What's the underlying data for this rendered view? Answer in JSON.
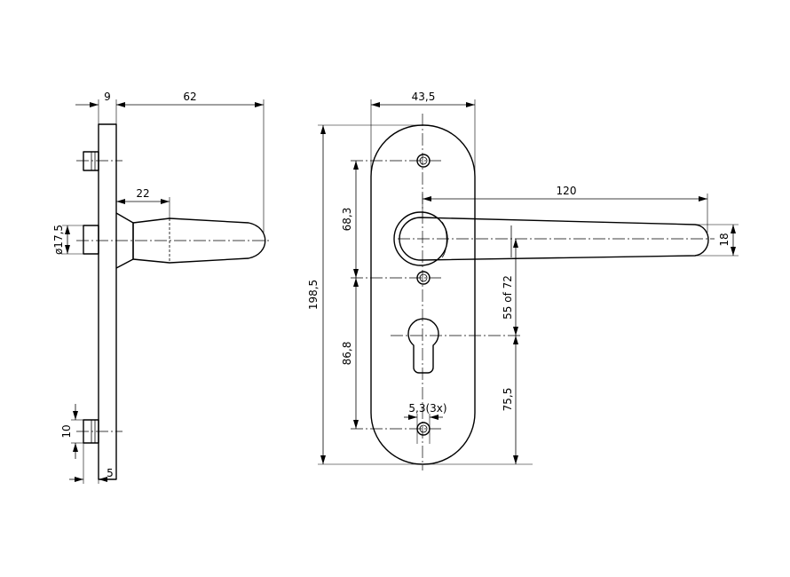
{
  "side_view": {
    "dim_plate_thickness": "9",
    "dim_handle_projection": "62",
    "dim_neck_length": "22",
    "dim_rose_diameter": "ø17,5",
    "dim_post_height": "10",
    "dim_post_width": "5"
  },
  "front_view": {
    "dim_plate_width": "43,5",
    "dim_plate_height": "198,5",
    "dim_lever_length": "120",
    "dim_lever_thickness": "18",
    "dim_upper_screw": "68,3",
    "dim_lower_screw": "86,8",
    "dim_backset": "55 of 72",
    "dim_cylinder_to_bottom": "75,5",
    "dim_screw_holes": "5,3(3x)"
  }
}
